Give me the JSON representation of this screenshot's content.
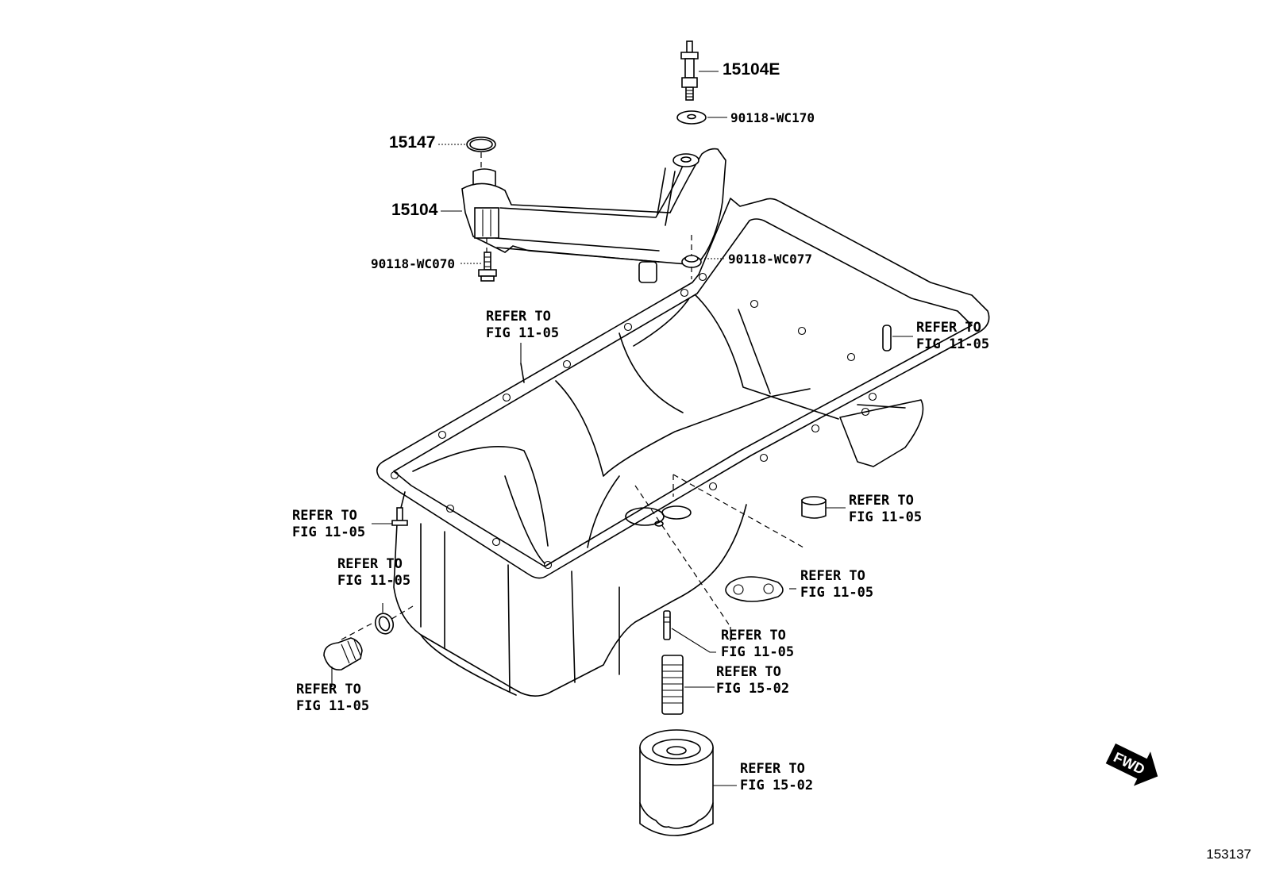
{
  "parts": {
    "p15104E": "15104E",
    "p90118WC170": "90118-WC170",
    "p15147": "15147",
    "p15104": "15104",
    "p90118WC070": "90118-WC070",
    "p90118WC077": "90118-WC077"
  },
  "refs": {
    "refer_to": "REFER TO",
    "fig_11_05": "FIG 11-05",
    "fig_15_02": "FIG 15-02"
  },
  "fwd": "FWD",
  "diagram_id": "153137"
}
